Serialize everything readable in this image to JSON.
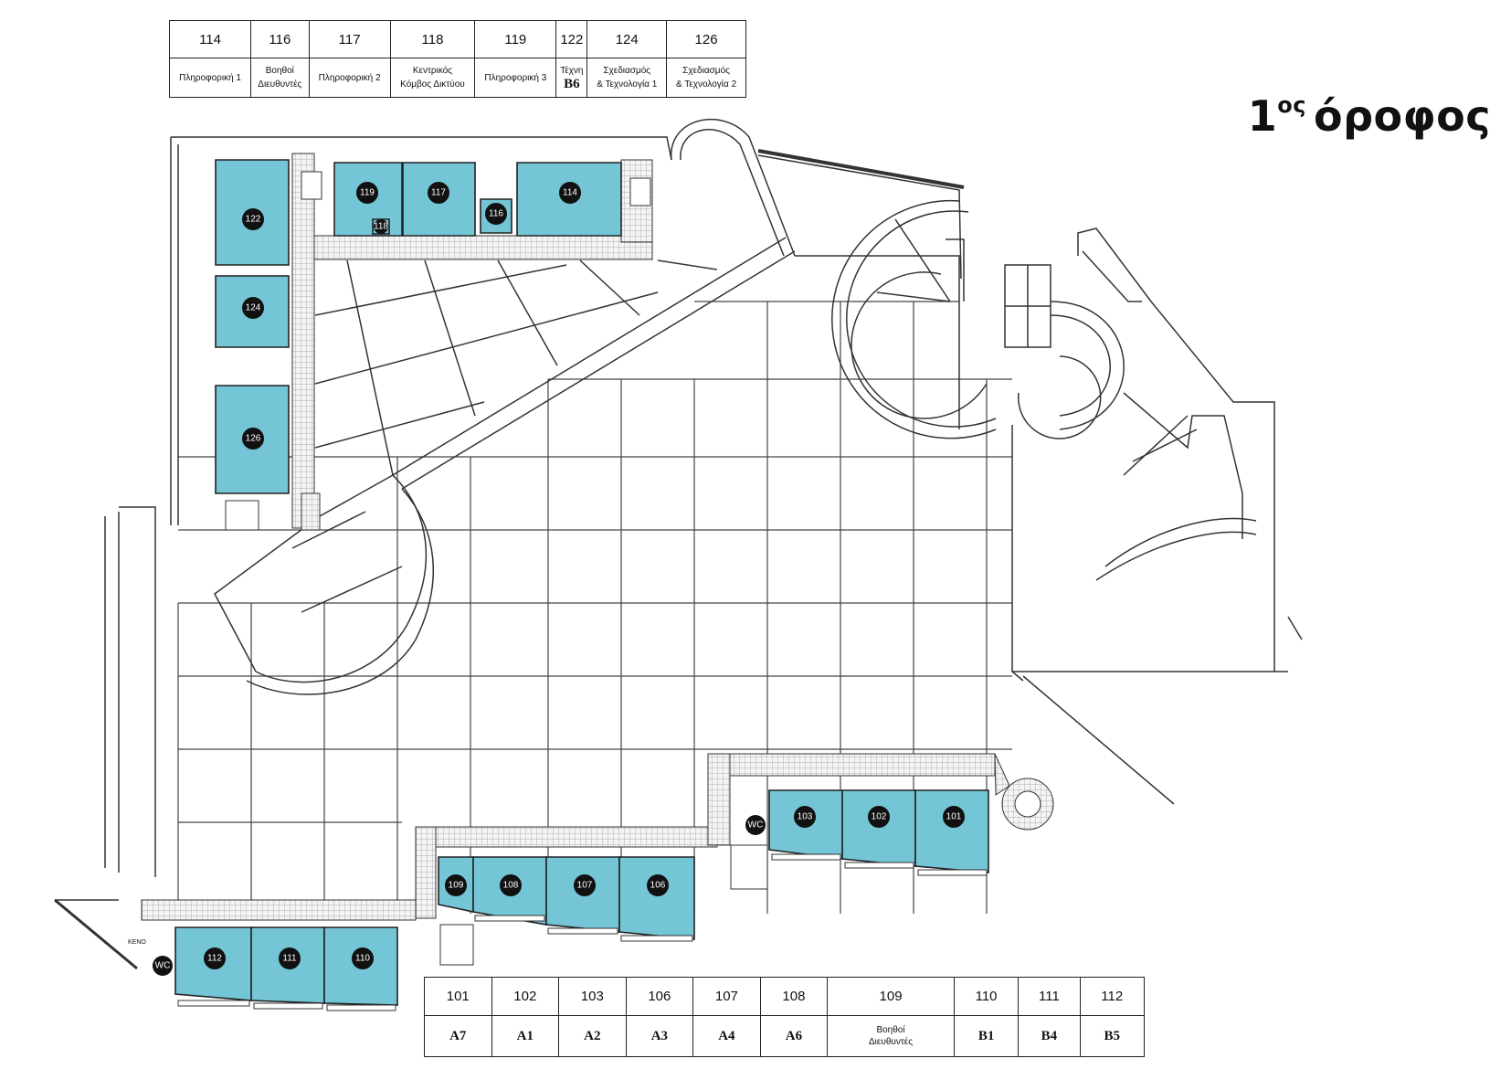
{
  "title": {
    "number": "1",
    "superscript": "ος",
    "word": "όροφος"
  },
  "top_legend": [
    {
      "num": "114",
      "label": [
        "Πληροφορική 1"
      ],
      "code": ""
    },
    {
      "num": "116",
      "label": [
        "Βοηθοί",
        "Διευθυντές"
      ],
      "code": ""
    },
    {
      "num": "117",
      "label": [
        "Πληροφορική 2"
      ],
      "code": ""
    },
    {
      "num": "118",
      "label": [
        "Κεντρικός",
        "Κόμβος Δικτύου"
      ],
      "code": ""
    },
    {
      "num": "119",
      "label": [
        "Πληροφορική 3"
      ],
      "code": ""
    },
    {
      "num": "122",
      "label": [
        "Τέχνη"
      ],
      "code": "B6"
    },
    {
      "num": "124",
      "label": [
        "Σχεδιασμός",
        "& Τεχνολογία 1"
      ],
      "code": ""
    },
    {
      "num": "126",
      "label": [
        "Σχεδιασμός",
        "& Τεχνολογία 2"
      ],
      "code": ""
    }
  ],
  "bottom_legend": [
    {
      "num": "101",
      "code": "A7"
    },
    {
      "num": "102",
      "code": "A1"
    },
    {
      "num": "103",
      "code": "A2"
    },
    {
      "num": "106",
      "code": "A3"
    },
    {
      "num": "107",
      "code": "A4"
    },
    {
      "num": "108",
      "code": "A6"
    },
    {
      "num": "109",
      "code": "",
      "label": [
        "Βοηθοί",
        "Διευθυντές"
      ]
    },
    {
      "num": "110",
      "code": "B1"
    },
    {
      "num": "111",
      "code": "B4"
    },
    {
      "num": "112",
      "code": "B5"
    }
  ],
  "rooms": [
    "122",
    "119",
    "118",
    "117",
    "116",
    "114",
    "124",
    "126",
    "103",
    "102",
    "101",
    "109",
    "108",
    "107",
    "106",
    "112",
    "111",
    "110"
  ],
  "wc_label": "WC",
  "keno_label": "ΚΕΝΟ",
  "colors": {
    "room_fill": "#74c6d6",
    "badge": "#111111",
    "line": "#333333",
    "corridor": "#e8e8e8"
  }
}
